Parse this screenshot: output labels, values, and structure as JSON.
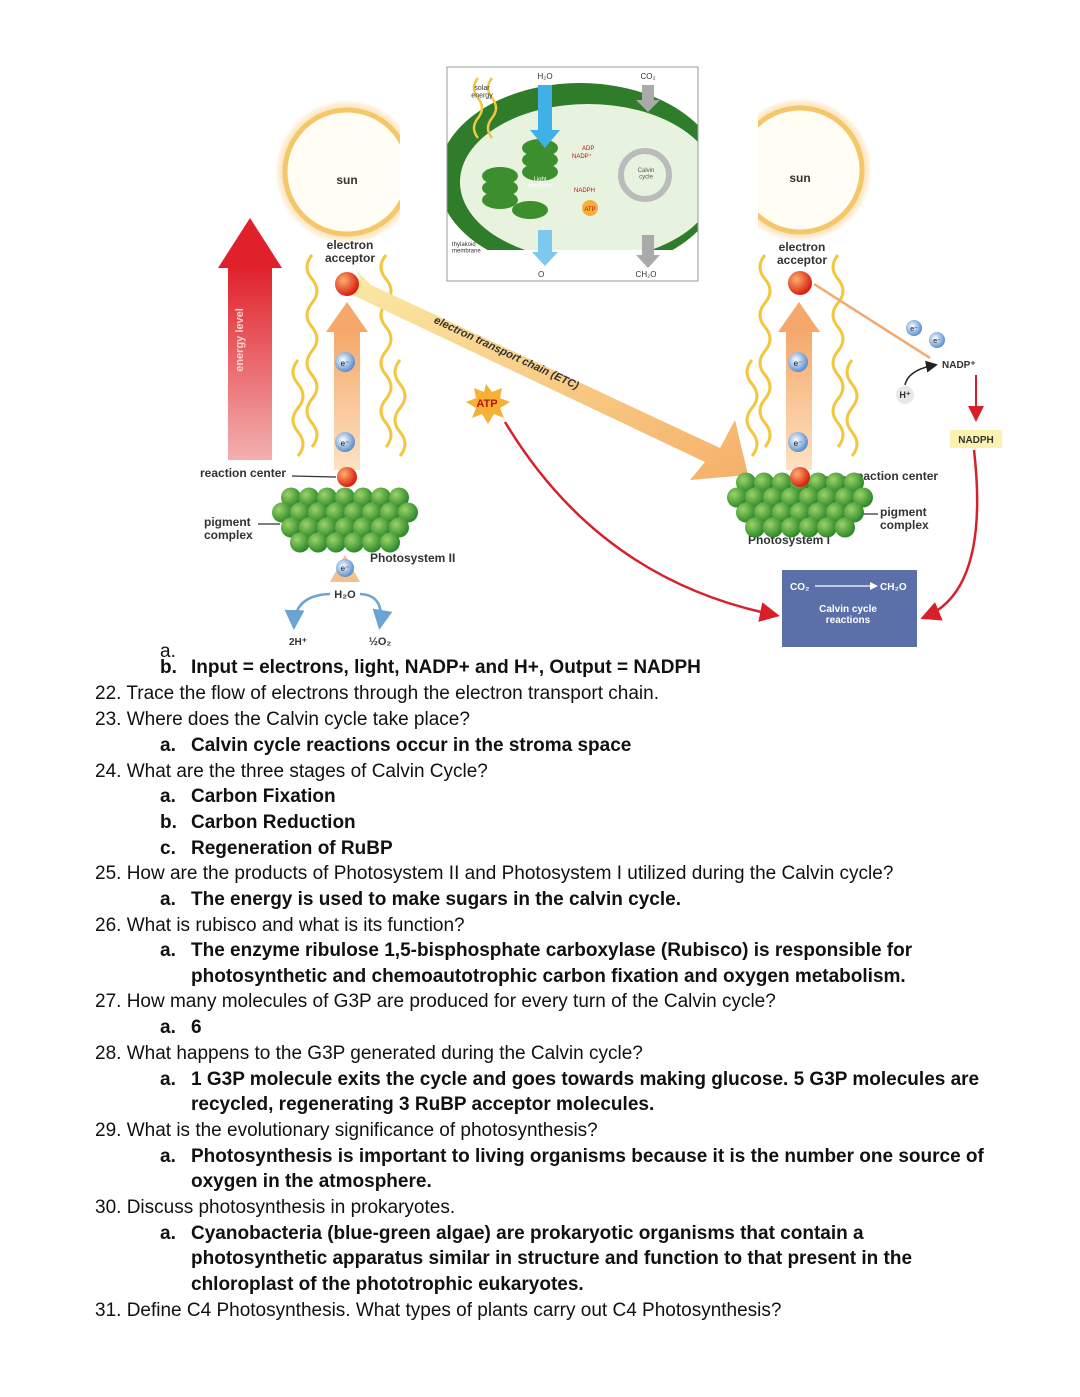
{
  "diagram": {
    "energy_level": "energy level",
    "sun_left": "sun",
    "sun_right": "sun",
    "electron_acceptor_left": "electron\nacceptor",
    "electron_acceptor_right": "electron\nacceptor",
    "etc_label": "electron transport chain (ETC)",
    "atp": "ATP",
    "reaction_center_left": "reaction center",
    "reaction_center_right": "reaction center",
    "pigment_complex_left": "pigment\ncomplex",
    "pigment_complex_right": "pigment\ncomplex",
    "photosystem_2": "Photosystem II",
    "photosystem_1": "Photosystem I",
    "water": "H₂O",
    "two_h": "2H⁺",
    "half_o2": "½O₂",
    "electron": "e⁻",
    "h_plus": "H⁺",
    "nadp_plus": "NADP⁺",
    "nadph": "NADPH",
    "calvin_co2": "CO₂",
    "calvin_ch2o": "CH₂O",
    "calvin_box": "Calvin cycle\nreactions",
    "inset": {
      "solar": "solar\nenergy",
      "h2o": "H₂O",
      "co2": "CO₂",
      "thylakoid": "thylakoid\nmembrane",
      "light_reactions": "Light\nreactions",
      "calvin_cycle": "Calvin\ncycle",
      "adp": "ADP",
      "nadp": "NADP⁺",
      "nadph": "NADPH",
      "atp": "ATP",
      "o": "O",
      "ch2o": "CH₂O"
    }
  },
  "document": {
    "lines": [
      {
        "type": "a",
        "marker": "a.",
        "text": "",
        "bold": false
      },
      {
        "type": "a",
        "marker": "b.",
        "text": "Input = electrons, light, NADP+ and H+, Output = NADPH"
      },
      {
        "type": "q",
        "text": "22. Trace the flow of electrons through the electron transport chain."
      },
      {
        "type": "q",
        "text": "23. Where does the Calvin cycle take place?"
      },
      {
        "type": "a",
        "marker": "a.",
        "text": "Calvin cycle reactions occur in the stroma space"
      },
      {
        "type": "q",
        "text": "24. What are the three stages of Calvin Cycle?"
      },
      {
        "type": "a",
        "marker": "a.",
        "text": "Carbon Fixation"
      },
      {
        "type": "a",
        "marker": "b.",
        "text": "Carbon Reduction"
      },
      {
        "type": "a",
        "marker": "c.",
        "text": "Regeneration of RuBP"
      },
      {
        "type": "q",
        "text": "25. How are the products of Photosystem II and Photosystem I utilized during the Calvin cycle?"
      },
      {
        "type": "a",
        "marker": "a.",
        "text": "The energy is used to make sugars in the calvin cycle."
      },
      {
        "type": "q",
        "text": "26. What is rubisco and what is its function?"
      },
      {
        "type": "a",
        "marker": "a.",
        "text": "The enzyme ribulose 1,5-bisphosphate carboxylase (Rubisco) is responsible for"
      },
      {
        "type": "a2",
        "text": "photosynthetic and chemoautotrophic carbon fixation and oxygen metabolism."
      },
      {
        "type": "q",
        "text": "27. How many molecules of G3P are produced for every turn of the Calvin cycle?"
      },
      {
        "type": "a",
        "marker": "a.",
        "text": "6"
      },
      {
        "type": "q",
        "text": "28. What happens to the G3P generated during the Calvin cycle?"
      },
      {
        "type": "a",
        "marker": "a.",
        "text": "1 G3P molecule exits the cycle and goes towards making glucose. 5 G3P molecules are"
      },
      {
        "type": "a2",
        "text": "recycled, regenerating 3 RuBP acceptor molecules."
      },
      {
        "type": "q",
        "text": "29. What is the evolutionary significance of photosynthesis?"
      },
      {
        "type": "a",
        "marker": "a.",
        "text": "Photosynthesis is important to living organisms because it is the number one source of"
      },
      {
        "type": "a2",
        "text": "oxygen in the atmosphere."
      },
      {
        "type": "q",
        "text": "30. Discuss photosynthesis in prokaryotes."
      },
      {
        "type": "a",
        "marker": "a.",
        "text": "Cyanobacteria (blue-green algae) are prokaryotic organisms that contain a"
      },
      {
        "type": "a2",
        "text": "photosynthetic apparatus similar in structure and function to that present in the"
      },
      {
        "type": "a2",
        "text": "chloroplast of the phototrophic eukaryotes."
      },
      {
        "type": "q",
        "text": "31. Define C4 Photosynthesis. What types of plants carry out C4 Photosynthesis?"
      }
    ]
  }
}
